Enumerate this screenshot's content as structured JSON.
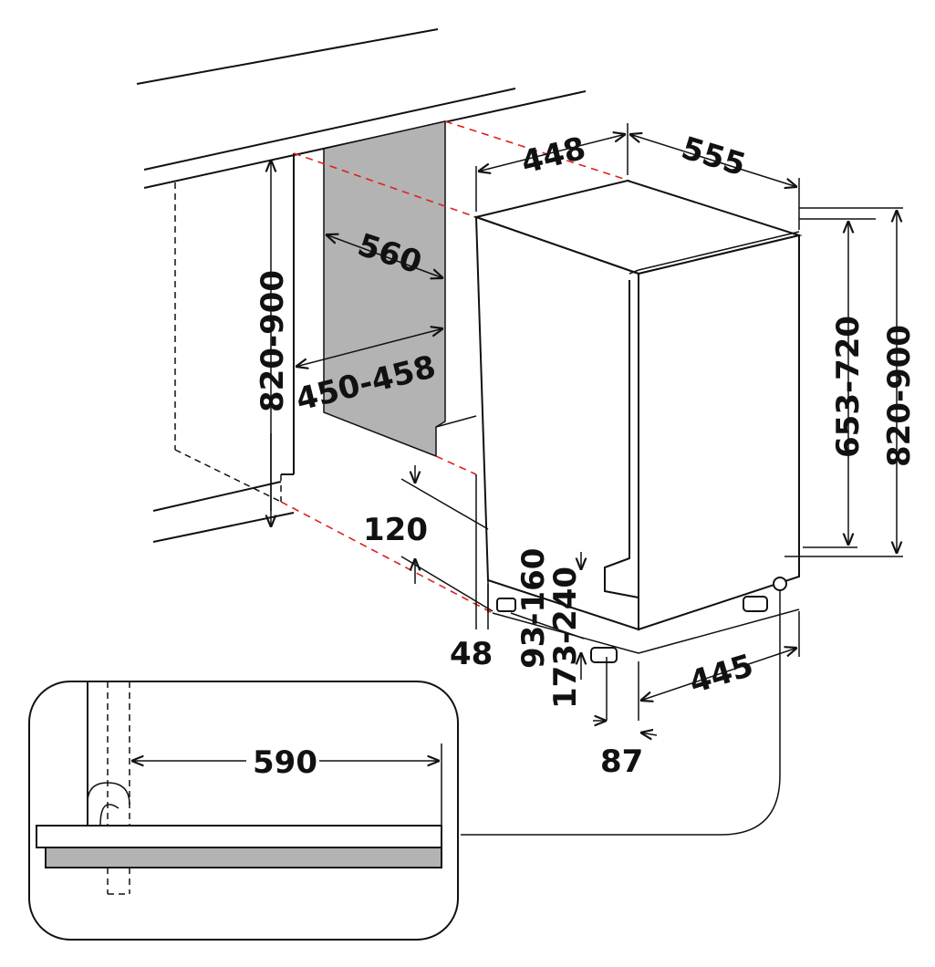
{
  "labels": {
    "width_top": "448",
    "depth_top": "555",
    "niche_depth": "560",
    "niche_width": "450-458",
    "niche_height": "820-900",
    "appliance_height": "820-900",
    "body_height": "653-720",
    "plinth_gap": "120",
    "left_offset": "48",
    "foot_height_a": "93-160",
    "foot_height_b": "173-240",
    "front_width": "445",
    "door_offset": "87",
    "detail_depth": "590"
  },
  "colors": {
    "line": "#111111",
    "hidden_edge": "#e0201b",
    "panel_fill": "#b3b3b3"
  }
}
